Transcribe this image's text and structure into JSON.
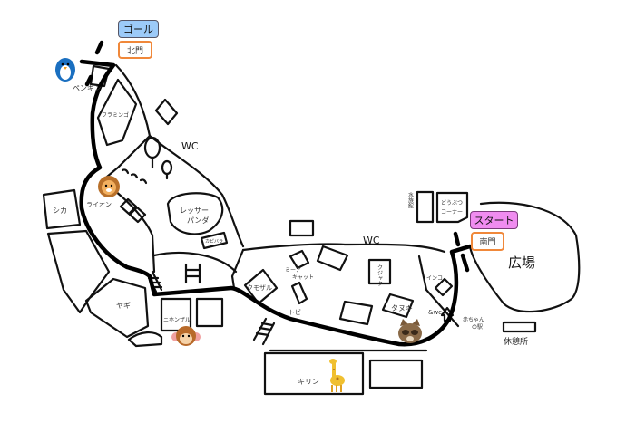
{
  "buttons": {
    "goal": "ゴール",
    "north_gate": "北門",
    "start": "スタート",
    "south_gate": "南門"
  },
  "labels": {
    "penguin": "ペンギン",
    "flamingo": "フラミンゴ",
    "wc_north": "WC",
    "lion": "ライオン",
    "deer": "シカ",
    "red_panda_1": "レッサー",
    "red_panda_2": "パンダ",
    "capybara": "カピバラ",
    "goat": "ヤギ",
    "japanese_macaque": "ニホンザル",
    "spider_monkey": "クモザル",
    "meerkat_1": "ミーア",
    "meerkat_2": "キャット",
    "kite": "トビ",
    "wc_center": "WC",
    "peacock": "クジャク",
    "raccoon_dog": "タヌキ",
    "parakeet": "インコ",
    "and_wc": "&wc",
    "baby_station_1": "赤ちゃん",
    "baby_station_2": "の駅",
    "aquarium": "水族館",
    "animal_corner_1": "どうぶつ",
    "animal_corner_2": "コーナー",
    "plaza": "広場",
    "rest_area": "休憩所",
    "giraffe": "キリン"
  },
  "colors": {
    "goal": "#9ccaf8",
    "start": "#f08cf0",
    "gate_border": "#f0883a",
    "route": "#000000"
  }
}
